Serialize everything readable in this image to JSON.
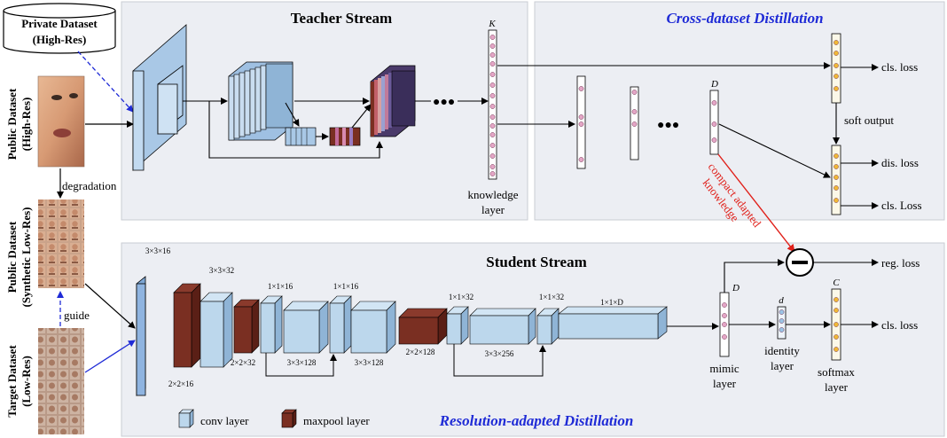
{
  "panels": {
    "teacher_title": "Teacher Stream",
    "cross_title": "Cross-dataset Distillation",
    "student_title": "Student Stream",
    "resolution_title": "Resolution-adapted Distillation"
  },
  "datasets": {
    "private_line1": "Private Dataset",
    "private_line2": "(High-Res)",
    "public_hr_line1": "Public Dataset",
    "public_hr_line2": "(High-Res)",
    "public_lr_line1": "Public Dataset",
    "public_lr_line2": "(Synthetic Low-Res)",
    "target_line1": "Target Dataset",
    "target_line2": "(Low-Res)"
  },
  "arrows": {
    "degradation": "degradation",
    "guide": "guide",
    "soft_output": "soft output",
    "compact_line1": "compact adapted",
    "compact_line2": "knowledge"
  },
  "teacher": {
    "k_label": "K",
    "knowledge_line1": "knowledge",
    "knowledge_line2": "layer",
    "dots": "●●●"
  },
  "cross": {
    "d_label": "D",
    "dots": "●●●",
    "cls_loss_top": "cls. loss",
    "dis_loss": "dis. loss",
    "cls_loss_mid": "cls. Loss"
  },
  "student": {
    "l_3x3x16": "3×3×16",
    "l_2x2x16": "2×2×16",
    "l_3x3x32": "3×3×32",
    "l_2x2x32": "2×2×32",
    "l_1x1x16_a": "1×1×16",
    "l_1x1x16_b": "1×1×16",
    "l_3x3x128_a": "3×3×128",
    "l_3x3x128_b": "3×3×128",
    "l_2x2x128": "2×2×128",
    "l_1x1x32_a": "1×1×32",
    "l_1x1x32_b": "1×1×32",
    "l_3x3x256": "3×3×256",
    "l_1x1xD": "1×1×D",
    "mimic_D": "D",
    "identity_d": "d",
    "softmax_C": "C",
    "mimic_line1": "mimic",
    "mimic_line2": "layer",
    "identity_line1": "identity",
    "identity_line2": "layer",
    "softmax_line1": "softmax",
    "softmax_line2": "layer",
    "reg_loss": "reg. loss",
    "cls_loss": "cls. loss"
  },
  "legend": {
    "conv": "conv layer",
    "maxpool": "maxpool layer"
  },
  "colors": {
    "panel_bg": "#eceef3",
    "conv_front": "#bcd7ec",
    "conv_side": "#8fb4d6",
    "maxpool_front": "#7a2f22",
    "maxpool_side": "#5a1f16",
    "blue_title": "#1f2bd6",
    "red_arrow": "#e0201a"
  }
}
